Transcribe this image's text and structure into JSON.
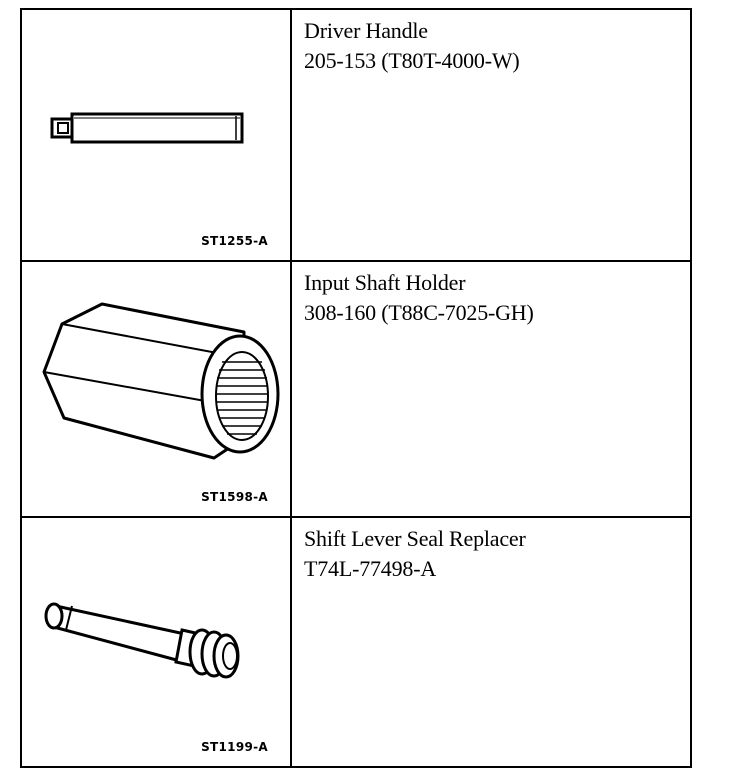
{
  "tools": [
    {
      "name": "Driver Handle",
      "number": "205-153 (T80T-4000-W)",
      "figure_code": "ST1255-A",
      "icon": "driver-handle-drawing"
    },
    {
      "name": "Input Shaft Holder",
      "number": "308-160 (T88C-7025-GH)",
      "figure_code": "ST1598-A",
      "icon": "input-shaft-holder-drawing"
    },
    {
      "name": "Shift Lever Seal Replacer",
      "number": "T74L-77498-A",
      "figure_code": "ST1199-A",
      "icon": "seal-replacer-drawing"
    }
  ]
}
